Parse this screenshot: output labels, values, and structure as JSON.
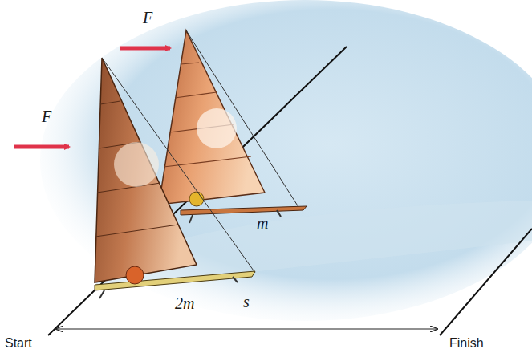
{
  "diagram": {
    "labels": [
      "F",
      "F",
      "m",
      "2m",
      "s",
      "Start",
      "Finish"
    ]
  }
}
